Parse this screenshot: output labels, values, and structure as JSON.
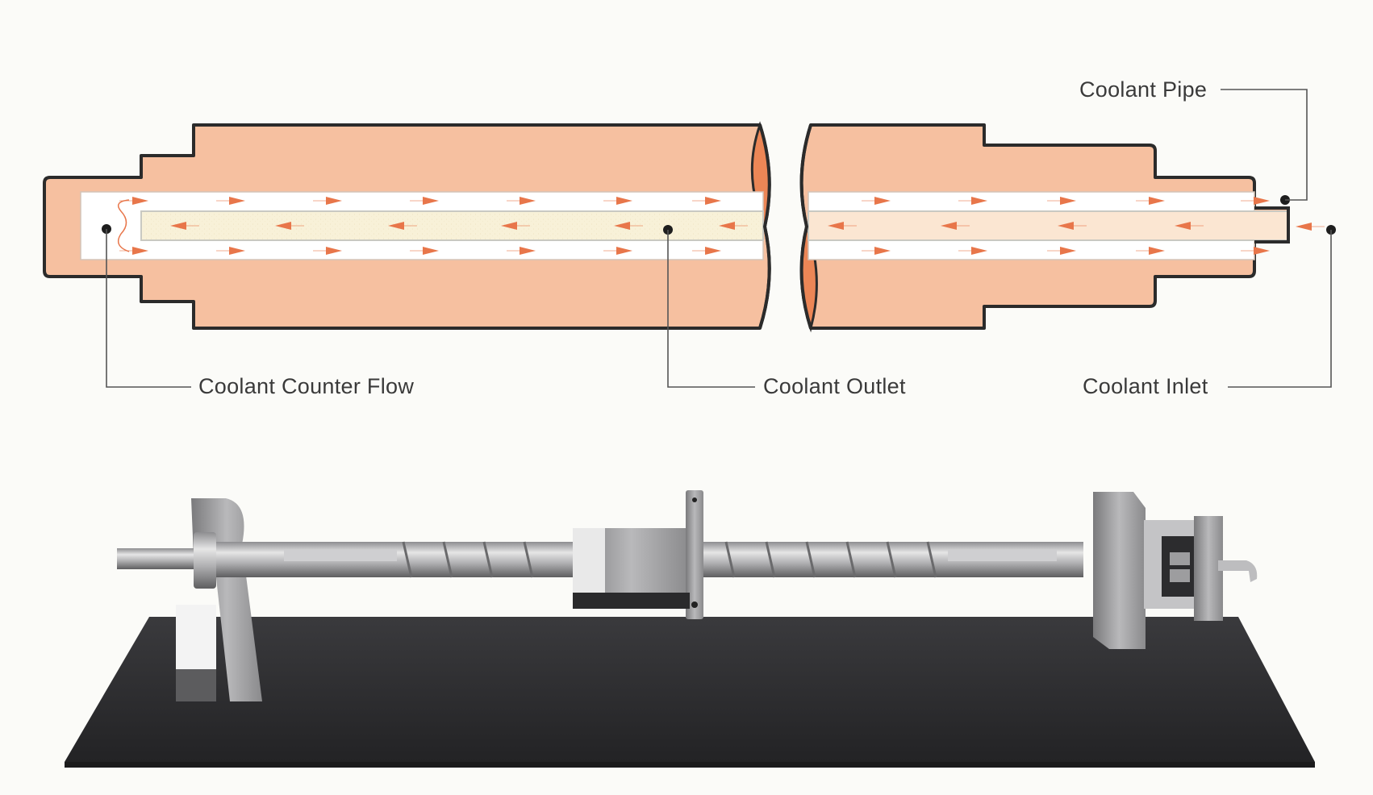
{
  "diagram": {
    "title": "Screw cooling cross-section",
    "labels": {
      "coolant_pipe": "Coolant Pipe",
      "coolant_counter_flow": "Coolant Counter Flow",
      "coolant_outlet": "Coolant Outlet",
      "coolant_inlet": "Coolant Inlet"
    },
    "colors": {
      "body_fill": "#f6c0a0",
      "body_outline": "#2b2b2b",
      "break_fill": "#ec8656",
      "channel_fill": "#ffffff",
      "pipe_fill": "#f8f1d8",
      "pipe_fill_right": "#fbe6d2",
      "arrow": "#e8764a",
      "leader_line": "#555555"
    },
    "flow": {
      "outer_channel_direction": "right",
      "inner_pipe_direction": "left"
    }
  },
  "photo": {
    "subject": "Screw and barrel assembly mounted on black base plate",
    "colors": {
      "base_plate": "#2e2e30",
      "steel_light": "#d8d8d8",
      "steel_mid": "#a9a9ab",
      "steel_dark": "#6e6e70"
    }
  }
}
